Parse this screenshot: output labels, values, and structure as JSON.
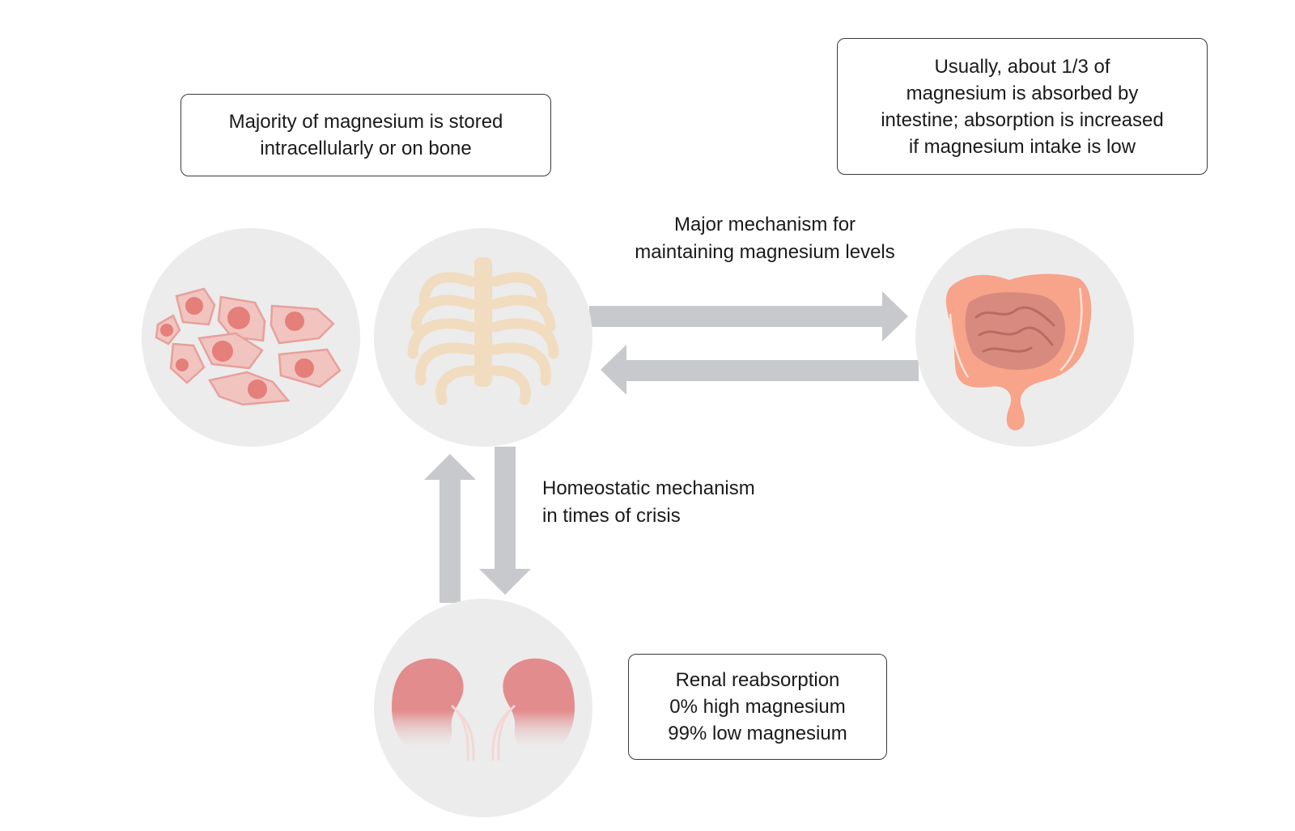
{
  "callouts": {
    "storage": {
      "lines": [
        "Majority of magnesium is stored",
        "intracellularly or on bone"
      ]
    },
    "intestine": {
      "lines": [
        "Usually, about 1/3 of",
        "magnesium is absorbed by",
        "intestine; absorption is increased",
        "if magnesium intake is low"
      ]
    },
    "renal": {
      "lines": [
        "Renal reabsorption",
        "0% high magnesium",
        "99% low magnesium"
      ]
    }
  },
  "labels": {
    "major_mechanism": {
      "lines": [
        "Major mechanism for",
        "maintaining magnesium levels"
      ]
    },
    "homeostatic": {
      "lines": [
        "Homeostatic mechanism",
        "in times of crisis"
      ]
    }
  },
  "colors": {
    "circle_bg": "#ececec",
    "arrow": "#c8c9cc",
    "cells": "#e8a09b",
    "cell_nucleus": "#e57f7a",
    "bone": "#f1dcc0",
    "intestine_outer": "#f7a48a",
    "intestine_inner": "#d98a7e",
    "kidney": "#e38c8d"
  },
  "icons": [
    "cells-icon",
    "ribcage-icon",
    "intestine-icon",
    "kidneys-icon"
  ]
}
